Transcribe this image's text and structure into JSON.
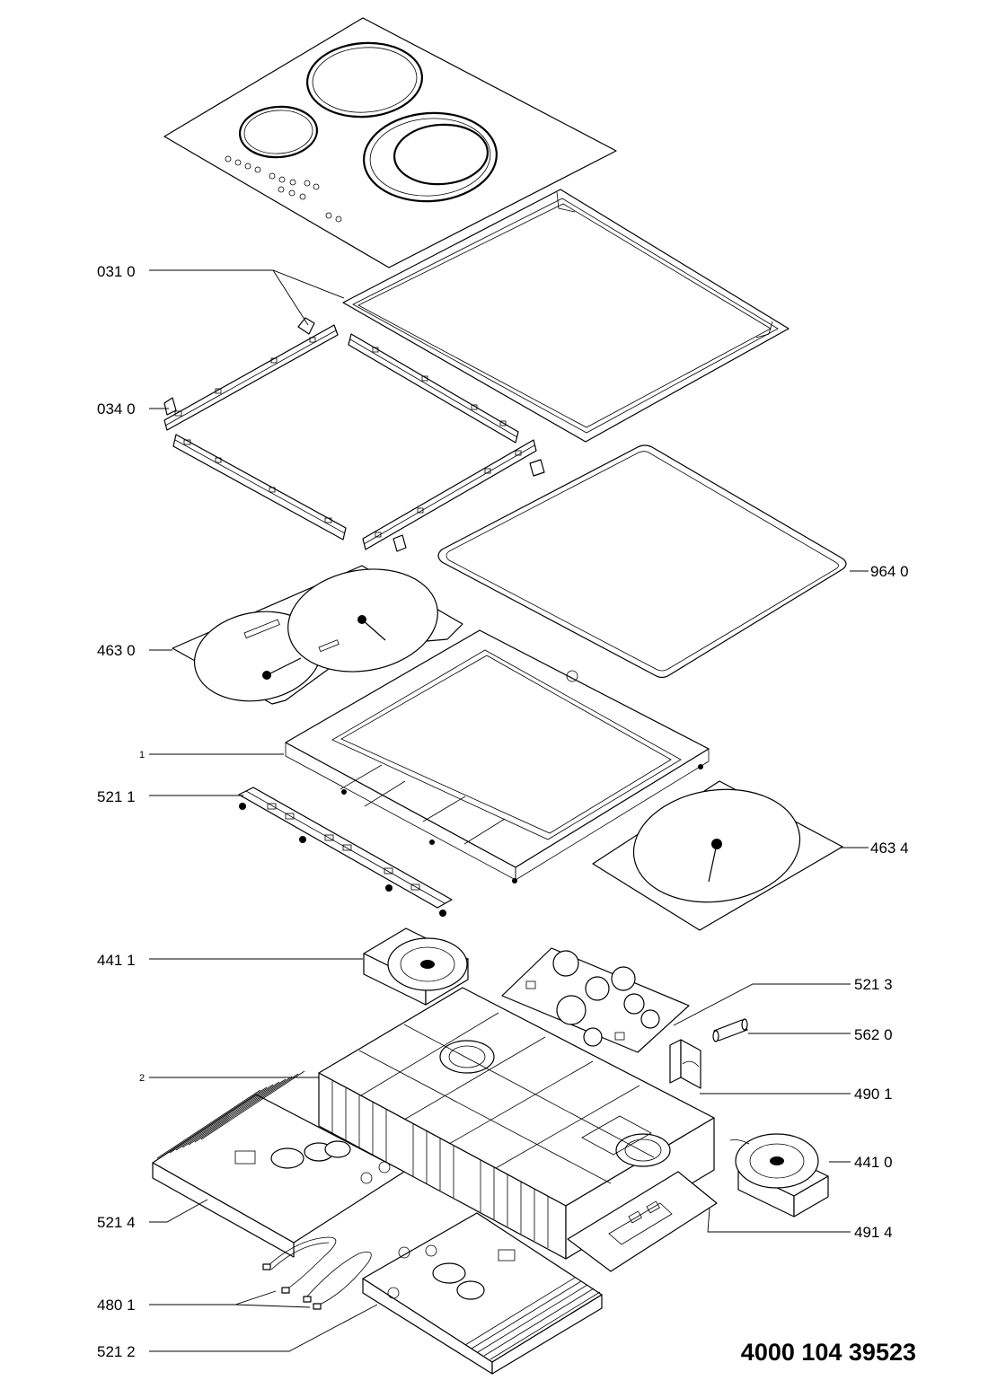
{
  "callouts": {
    "c0310": "031 0",
    "c0340": "034 0",
    "c9640": "964 0",
    "c4630": "463 0",
    "c1": "1",
    "c5211": "521 1",
    "c4634": "463 4",
    "c4411": "441 1",
    "c5213": "521 3",
    "c5620": "562 0",
    "c2": "2",
    "c4901": "490 1",
    "c4410": "441 0",
    "c5214": "521 4",
    "c4914": "491 4",
    "c4801": "480 1",
    "c5212": "521 2"
  },
  "document_code": "4000 104 39523"
}
